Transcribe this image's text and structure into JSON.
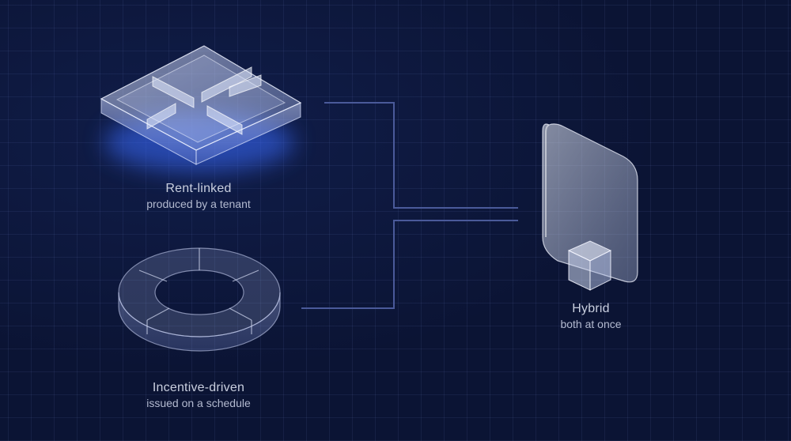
{
  "nodes": {
    "rent": {
      "title": "Rent-linked",
      "subtitle": "produced by a tenant"
    },
    "incentive": {
      "title": "Incentive-driven",
      "subtitle": "issued on a schedule"
    },
    "hybrid": {
      "title": "Hybrid",
      "subtitle": "both at once"
    }
  },
  "colors": {
    "background": "#0b1434",
    "connector": "#4a5a9a",
    "glow": "#3a6cff",
    "label": "#c9cfdf"
  },
  "icons": {
    "rent": "glass-floorplan-icon",
    "incentive": "segmented-ring-icon",
    "hybrid": "glass-panel-with-cube-icon"
  }
}
